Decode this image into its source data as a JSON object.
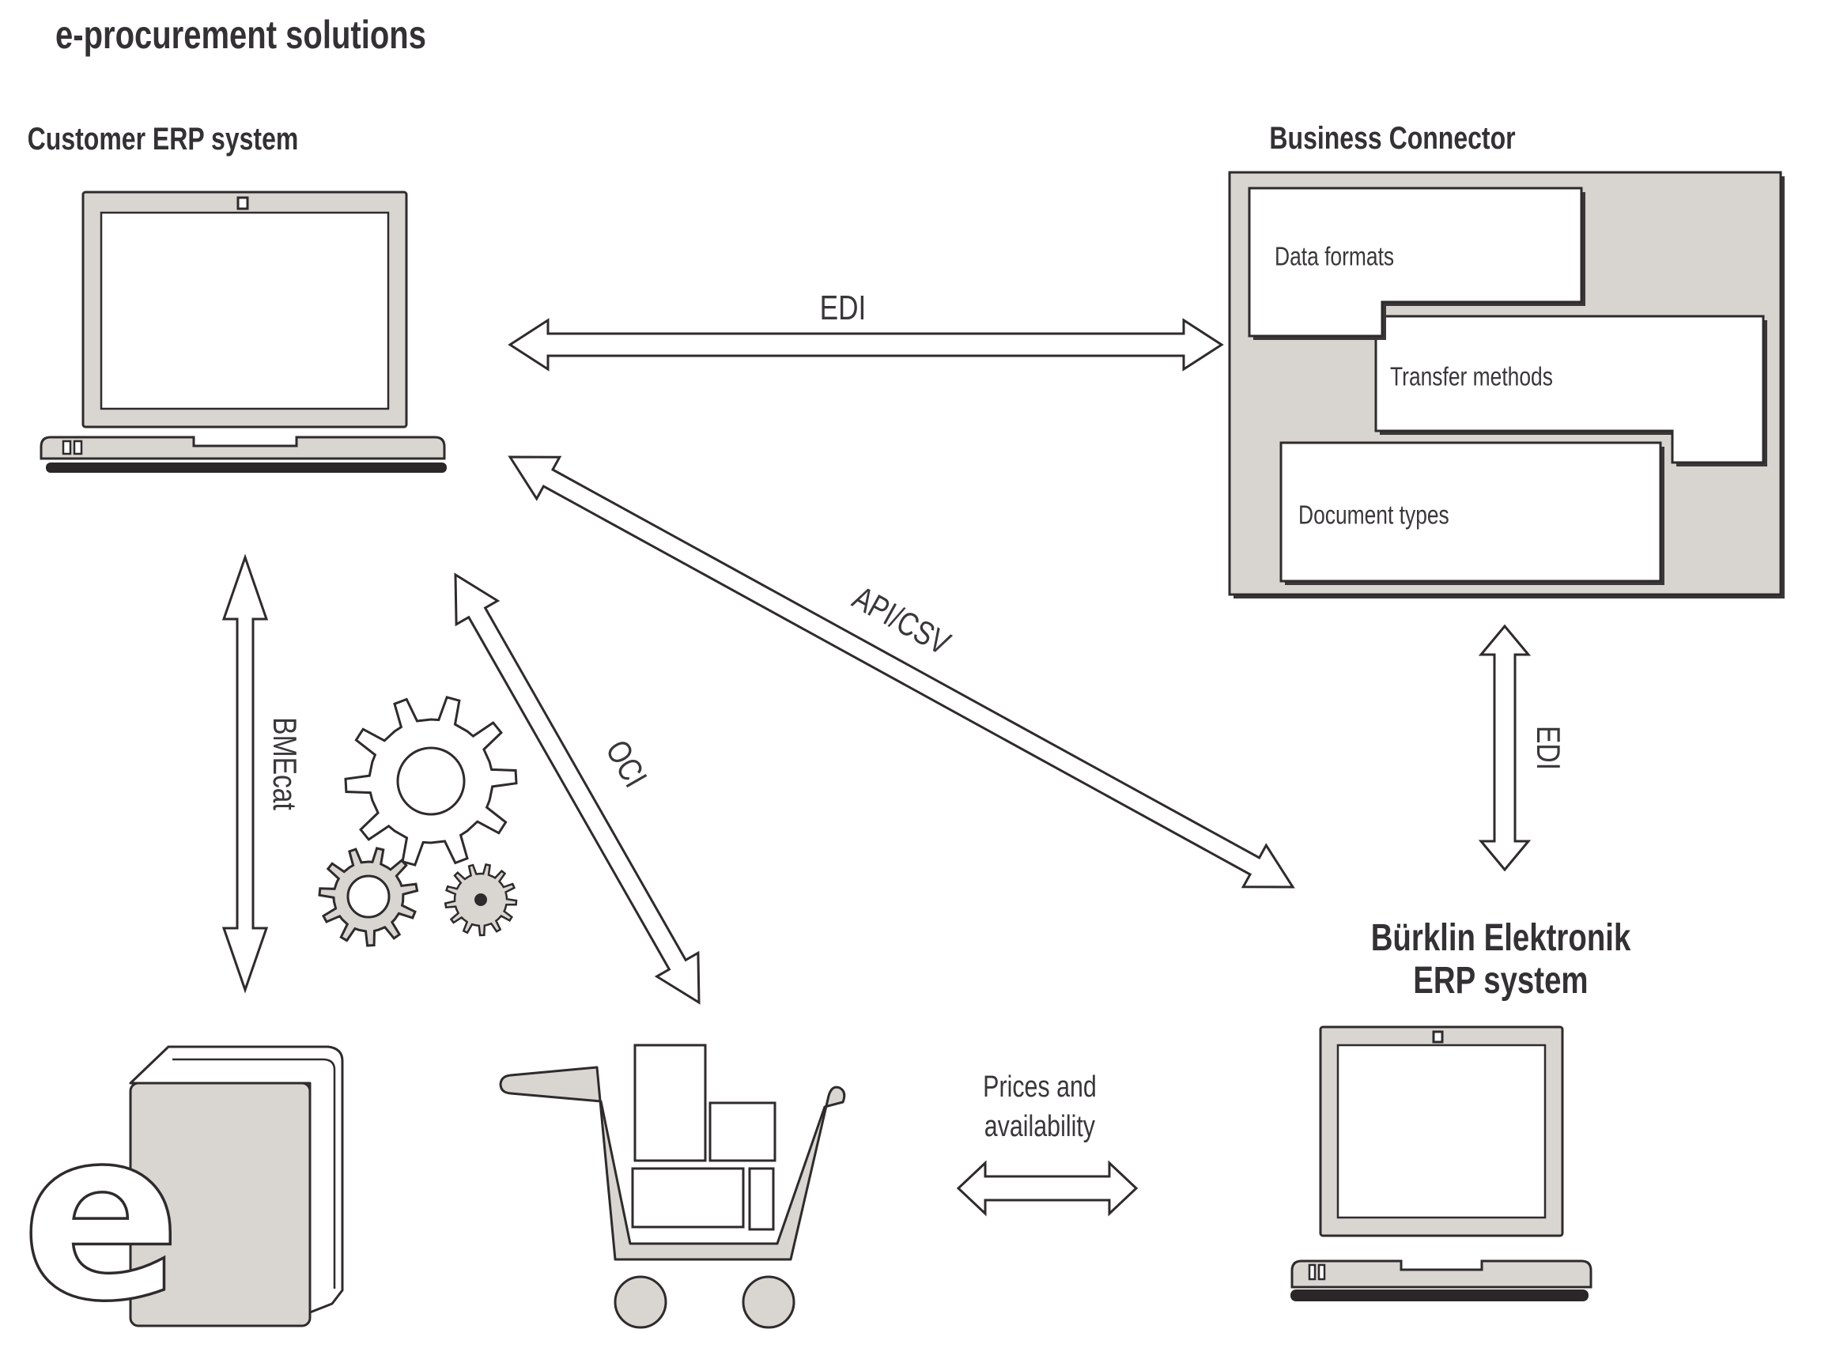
{
  "title": "e-procurement solutions",
  "nodes": {
    "customer_erp": {
      "label": "Customer ERP system"
    },
    "business_connector": {
      "label": "Business Connector",
      "boxes": [
        "Data formats",
        "Transfer methods",
        "Document types"
      ]
    },
    "burklin_erp": {
      "label_line1": "Bürklin Elektronik",
      "label_line2": "ERP system"
    }
  },
  "connections": {
    "edi_top": "EDI",
    "api_csv": "API/CSV",
    "oci": "OCI",
    "bmecat": "BMEcat",
    "edi_right": "EDI",
    "prices_line1": "Prices and",
    "prices_line2": "availability"
  },
  "icons": {
    "customer_laptop": "laptop-icon",
    "erp_laptop": "laptop-icon",
    "gears": "gears-icon",
    "shopping_cart": "shopping-cart-icon",
    "e_catalog": "e-catalog-book-icon",
    "e_letter": "e"
  },
  "colors": {
    "outline": "#2f2b2c",
    "beige": "#d9d5d1",
    "panel_fill": "#d8d4d0",
    "shadow": "#3b3637",
    "dark_bar": "#2b2728",
    "text": "#3a373a",
    "background": "#ffffff"
  }
}
